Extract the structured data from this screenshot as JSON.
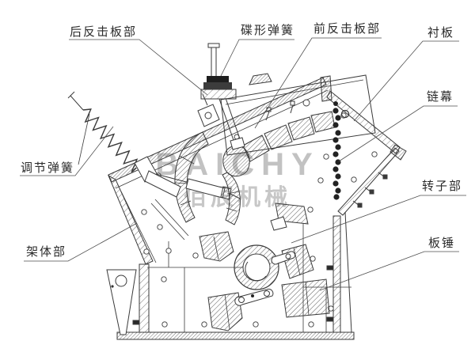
{
  "watermark": {
    "brand": "BAICHY",
    "brand_cn": "佰辰机械"
  },
  "labels": {
    "rear_impact_plate": "后反击板部",
    "disc_spring": "碟形弹簧",
    "front_impact_plate": "前反击板部",
    "liner": "衬板",
    "chain_curtain": "链幕",
    "adjusting_spring": "调节弹簧",
    "frame": "架体部",
    "rotor": "转子部",
    "blow_bar": "板锤"
  },
  "colors": {
    "background": "#ffffff",
    "line": "#3a3a3a",
    "hatch": "#4a4a4a",
    "leader": "#4f4f4f",
    "watermark": "#c2c2c2",
    "chain": "#222222"
  }
}
